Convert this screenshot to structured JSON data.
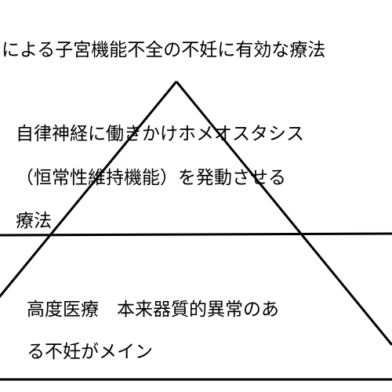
{
  "diagram": {
    "title": "による子宮機能不全の不妊に有効な療法",
    "upper_tier": {
      "line1": "自律神経に働きかけホメオスタシス",
      "line2": "（恒常性維持機能）を発動させる",
      "line3": "療法"
    },
    "lower_tier": {
      "line1": "高度医療　本来器質的異常のあ",
      "line2": "る不妊がメイン"
    },
    "colors": {
      "line": "#000000",
      "text": "#000000",
      "background": "#ffffff"
    }
  }
}
